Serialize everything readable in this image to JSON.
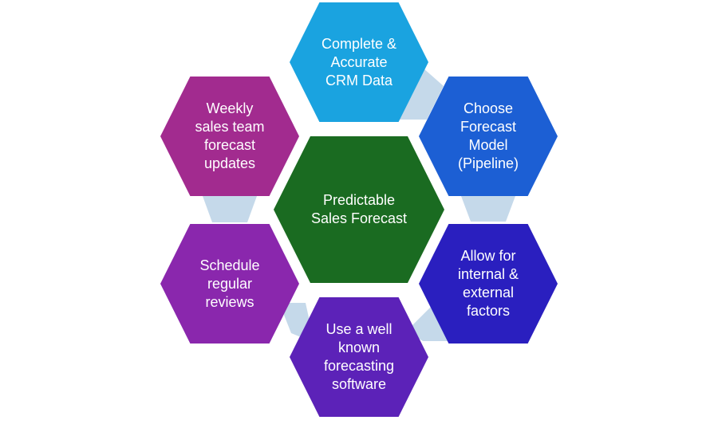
{
  "diagram": {
    "center": {
      "lines": [
        "Predictable",
        "Sales Forecast"
      ],
      "color": "#1a6b21"
    },
    "nodes": [
      {
        "id": "crm-data",
        "lines": [
          "Complete &",
          "Accurate",
          "CRM Data"
        ],
        "color": "#1aa3e0"
      },
      {
        "id": "model",
        "lines": [
          "Choose",
          "Forecast",
          "Model",
          "(Pipeline)"
        ],
        "color": "#1c5fd4"
      },
      {
        "id": "factors",
        "lines": [
          "Allow for",
          "internal &",
          "external",
          "factors"
        ],
        "color": "#2a1fbf"
      },
      {
        "id": "software",
        "lines": [
          "Use a well",
          "known",
          "forecasting",
          "software"
        ],
        "color": "#5c22b8"
      },
      {
        "id": "reviews",
        "lines": [
          "Schedule",
          "regular",
          "reviews"
        ],
        "color": "#8a27ad"
      },
      {
        "id": "weekly",
        "lines": [
          "Weekly",
          "sales team",
          "forecast",
          "updates"
        ],
        "color": "#a22b8f"
      }
    ],
    "connector_color": "#c5d9ea"
  }
}
